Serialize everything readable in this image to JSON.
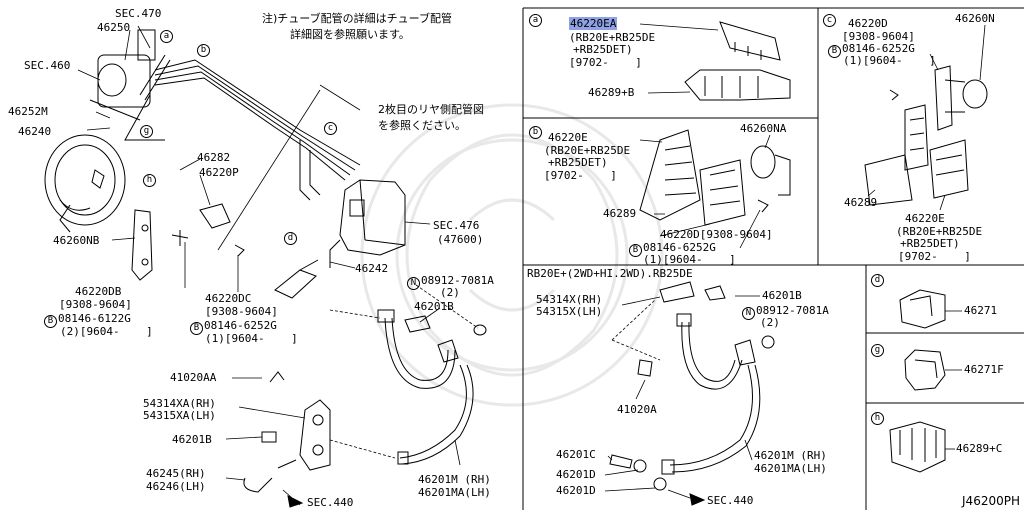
{
  "diagram": {
    "drawing_id": "J46200PH",
    "notes": {
      "tube_note_line1": "注)チューブ配管の詳細はチューブ配管",
      "tube_note_line2": "詳細図を参照願います。",
      "rear_note_line1": "2枚目のリヤ側配管図",
      "rear_note_line2": "を参照ください。"
    },
    "main": {
      "sec470": "SEC.470",
      "p46250": "46250",
      "sec460": "SEC.460",
      "p46252m": "46252M",
      "p46240": "46240",
      "p46282": "46282",
      "p46220p": "46220P",
      "p46260nb": "46260NB",
      "p46220db": "46220DB",
      "p46220db_date": "[9308-9604]",
      "bolt_b_l1": "08146-6122G",
      "bolt_b_l2": "(2)[9604-    ]",
      "p46220dc": "46220DC",
      "p46220dc_date": "[9308-9604]",
      "bolt_b2_l1": "08146-6252G",
      "bolt_b2_l2": "(1)[9604-    ]",
      "sec476": "SEC.476",
      "sec476_sub": "(47600)",
      "p46242": "46242",
      "nut_n_l1": "08912-7081A",
      "nut_n_l2": "(2)",
      "p46201b": "46201B",
      "p41020aa": "41020AA",
      "p54314xa": "54314XA(RH)",
      "p54315xa": "54315XA(LH)",
      "p46201b_2": "46201B",
      "p46245": "46245(RH)",
      "p46246": "46246(LH)",
      "sec440": "SEC.440",
      "p46201m": "46201M (RH)",
      "p46201ma": "46201MA(LH)"
    },
    "panel_a": {
      "marker": "a",
      "p46220ea": "46220EA",
      "eng_l1": "(RB20E+RB25DE",
      "eng_l2": "+RB25DET)",
      "date": "[9702-    ]",
      "p46289b": "46289+B"
    },
    "panel_b": {
      "marker": "b",
      "p46220e": "46220E",
      "eng_l1": "(RB20E+RB25DE",
      "eng_l2": "+RB25DET)",
      "date": "[9702-    ]",
      "p46260na": "46260NA",
      "p46289": "46289",
      "p46220d": "46220D[9308-9604]",
      "bolt_l1": "08146-6252G",
      "bolt_l2": "(1)[9604-    ]"
    },
    "panel_c": {
      "marker": "c",
      "p46220d": "46220D",
      "date": "[9308-9604]",
      "bolt_l1": "08146-6252G",
      "bolt_l2": "(1)[9604-    ]",
      "p46260n": "46260N",
      "p46289": "46289",
      "p46220e": "46220E",
      "eng_l1": "(RB20E+RB25DE",
      "eng_l2": "+RB25DET)",
      "date2": "[9702-    ]"
    },
    "panel_rb": {
      "header": "RB20E+(2WD+HI.2WD).RB25DE",
      "p54314x": "54314X(RH)",
      "p54315x": "54315X(LH)",
      "p46201b": "46201B",
      "nut_l1": "08912-7081A",
      "nut_l2": "(2)",
      "p41020a": "41020A",
      "p46201c": "46201C",
      "p46201d_1": "46201D",
      "p46201d_2": "46201D",
      "p46201m": "46201M (RH)",
      "p46201ma": "46201MA(LH)",
      "sec440": "SEC.440"
    },
    "panel_d": {
      "marker": "d",
      "part": "46271"
    },
    "panel_g": {
      "marker": "g",
      "part": "46271F"
    },
    "panel_h": {
      "marker": "h",
      "part": "46289+C"
    },
    "callouts": {
      "a": "a",
      "b": "b",
      "c": "c",
      "d": "d",
      "g": "g",
      "h": "h",
      "bolt_symbol": "B",
      "nut_symbol": "N"
    },
    "highlight_color": "#8fa2e6"
  }
}
